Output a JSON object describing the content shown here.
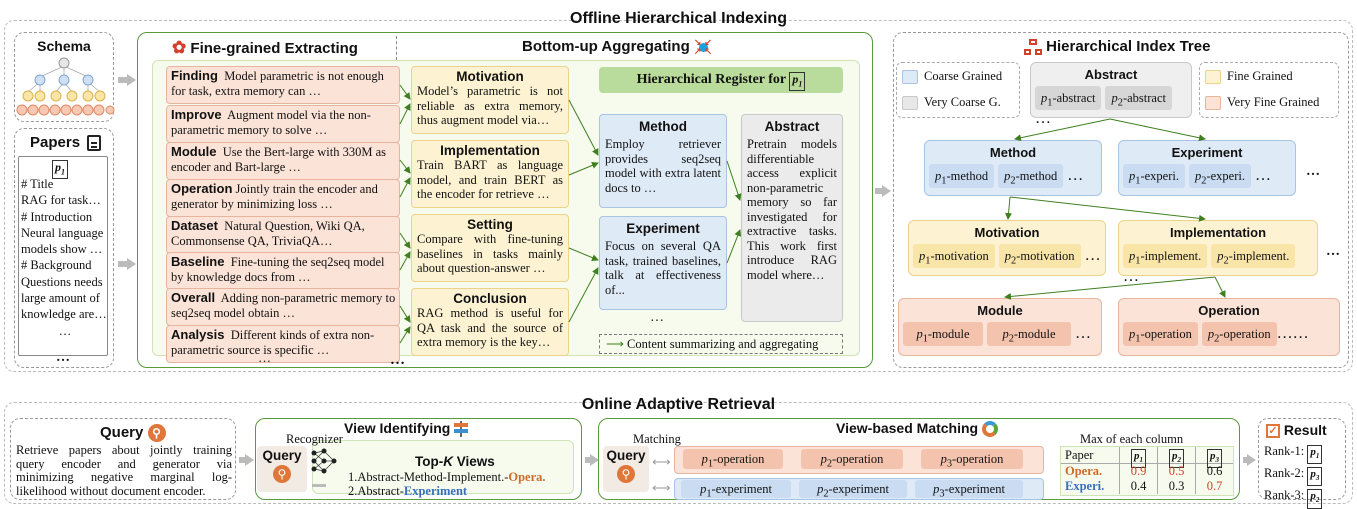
{
  "offline": {
    "title": "Offline Hierarchical Indexing",
    "schema": {
      "title": "Schema"
    },
    "papers": {
      "title": "Papers",
      "p1": "p",
      "p1_sub": "1",
      "lines": [
        "# Title",
        "RAG for task…",
        "# Introduction",
        "Neural language",
        "models show …",
        "# Background",
        "Questions needs",
        "large amount of",
        "knowledge are…",
        "…"
      ],
      "more": "…"
    },
    "extract": {
      "title": "Fine-grained Extracting",
      "items": [
        {
          "k": "Finding",
          "v": "Model parametric is not enough for task, extra memory can …"
        },
        {
          "k": "Improve",
          "v": "Augment model via the non-parametric memory to solve …"
        },
        {
          "k": "Module",
          "v": "Use the Bert-large with 330M as encoder and Bart-large …"
        },
        {
          "k": "Operation",
          "v": "Jointly train the encoder and generator by minimizing loss …"
        },
        {
          "k": "Dataset",
          "v": "Natural Question, Wiki QA, Commonsense QA, TriviaQA…"
        },
        {
          "k": "Baseline",
          "v": "Fine-tuning the seq2seq model by knowledge docs from …"
        },
        {
          "k": "Overall",
          "v": "Adding non-parametric memory to seq2seq model obtain …"
        },
        {
          "k": "Analysis",
          "v": "Different kinds of extra non-parametric source is specific …"
        }
      ],
      "more1": "…",
      "more2": "…"
    },
    "aggregate": {
      "title": "Bottom-up Aggregating",
      "register": "Hierarchical Register for",
      "reg_p": "p",
      "reg_sub": "1",
      "yellow": [
        {
          "h": "Motivation",
          "t": "Model’s parametric is not reliable as extra memory, thus augment model via…"
        },
        {
          "h": "Implementation",
          "t": "Train BART as language model, and train BERT as the encoder for retrieve …"
        },
        {
          "h": "Setting",
          "t": "Compare with fine-tuning baselines in tasks mainly about question-answer …"
        },
        {
          "h": "Conclusion",
          "t": "RAG method is useful for QA task and the source of extra memory is the key…"
        }
      ],
      "method": {
        "h": "Method",
        "t": "Employ retriever provides seq2seq model with extra latent docs to …"
      },
      "experiment": {
        "h": "Experiment",
        "t": "Focus on several QA task, trained baselines, talk at effectiveness of..."
      },
      "abstract": {
        "h": "Abstract",
        "t": "Pretrain models differentiable access explicit non-parametric memory so far investigated for extractive tasks. This work first introduce RAG model where…"
      },
      "dots": "…",
      "legend": "Content summarizing and aggregating"
    },
    "tree": {
      "title": "Hierarchical Index Tree",
      "legend": [
        "Coarse Grained",
        "Very Coarse G.",
        "Fine Grained",
        "Very Fine Grained"
      ],
      "abstract": {
        "h": "Abstract",
        "c1": "-abstract",
        "c2": "-abstract",
        "more": "…"
      },
      "method": {
        "h": "Method",
        "c1": "-method",
        "c2": "-method",
        "more": "…"
      },
      "experiment": {
        "h": "Experiment",
        "c1": "-experi.",
        "c2": "-experi.",
        "more": "…"
      },
      "motivation": {
        "h": "Motivation",
        "c1": "-motivation",
        "c2": "-motivation",
        "more": "…"
      },
      "implementation": {
        "h": "Implementation",
        "c1": "-implement.",
        "c2": "-implement.",
        "more": "…"
      },
      "module": {
        "h": "Module",
        "c1": "-module",
        "c2": "-module",
        "more": "…"
      },
      "operation": {
        "h": "Operation",
        "c1": "-operation",
        "c2": "-operation",
        "more": "……"
      },
      "side_more": "…"
    }
  },
  "online": {
    "title": "Online Adaptive Retrieval",
    "query": {
      "title": "Query",
      "text": "Retrieve papers about jointly training query encoder and generator via minimizing negative marginal log-likelihood without document encoder."
    },
    "view": {
      "title": "View Identifying",
      "recognizer": "Recognizer",
      "q": "Query",
      "topk_a": "Top-",
      "topk_k": "K",
      "topk_b": " Views",
      "v1a": "1.Abstract-Method-Implement.-",
      "v1b": "Opera.",
      "v2a": "2.Abstract-",
      "v2b": "Experiment"
    },
    "match": {
      "title": "View-based Matching",
      "matching": "Matching",
      "q": "Query",
      "row1": [
        "-operation",
        "-operation",
        "-operation"
      ],
      "row2": [
        "-experiment",
        "-experiment",
        "-experiment"
      ],
      "max": "Max of each column",
      "table": {
        "h": "Paper",
        "rows": [
          {
            "name": "Opera.",
            "v": [
              "0.9",
              "0.5",
              "0.6"
            ]
          },
          {
            "name": "Experi.",
            "v": [
              "0.4",
              "0.3",
              "0.7"
            ]
          }
        ]
      }
    },
    "result": {
      "title": "Result",
      "ranks": [
        {
          "l": "Rank-1:",
          "p": "1"
        },
        {
          "l": "Rank-2:",
          "p": "3"
        },
        {
          "l": "Rank-3:",
          "p": "2"
        }
      ]
    }
  },
  "colors": {
    "orange": "#fbe3d8",
    "yellow": "#fdf3d2",
    "blue": "#dfeaf7",
    "gray": "#ebebeb",
    "green": "#5a9a3a",
    "red": "#d0402a",
    "brand_orange": "#d06a2a",
    "brand_blue": "#3a6fbf"
  }
}
